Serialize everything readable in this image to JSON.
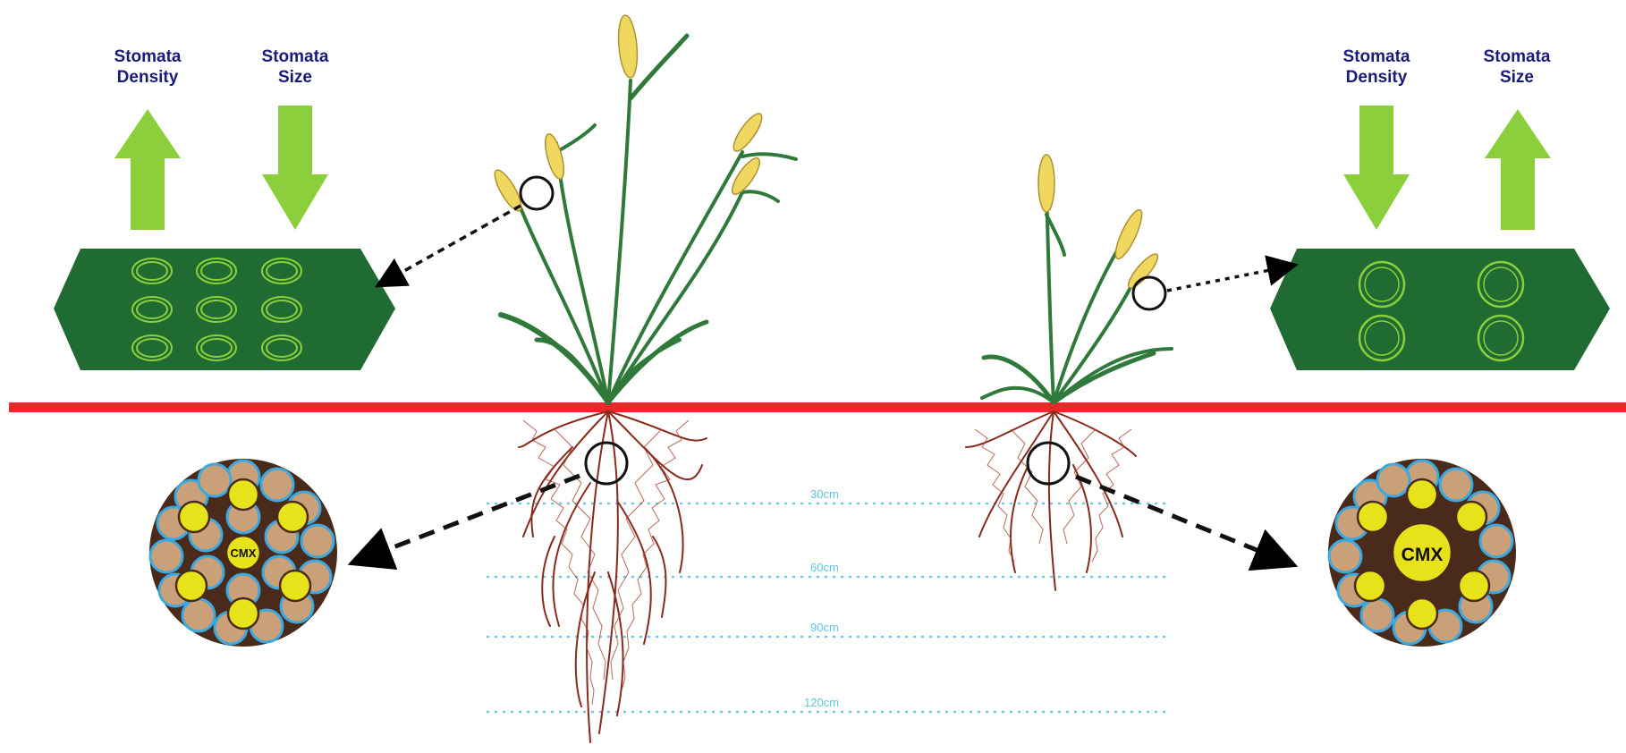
{
  "left_panel": {
    "label_density": [
      "Stomata",
      "Density"
    ],
    "label_size": [
      "Stomata",
      "Size"
    ],
    "density_arrow": "up",
    "size_arrow": "down",
    "stomata_layout": "3x3",
    "root_center_label": "CMX"
  },
  "right_panel": {
    "label_density": [
      "Stomata",
      "Density"
    ],
    "label_size": [
      "Stomata",
      "Size"
    ],
    "density_arrow": "down",
    "size_arrow": "up",
    "stomata_layout": "2x2",
    "root_center_label": "CMX"
  },
  "depth_markers": [
    "30cm",
    "60cm",
    "90cm",
    "120cm"
  ],
  "colors": {
    "arrow_green": "#8ccf3c",
    "leaf_green": "#1f6b32",
    "stomata_ring": "#8ccf3c",
    "soil_line": "#e8282b",
    "root_brown": "#8a2a1c",
    "depth_line": "#6ec7de",
    "label_navy": "#1a1a7a",
    "xylem_yellow": "#e8e21a",
    "cortex_tan": "#c9a078",
    "cell_border": "#3ba8df"
  }
}
